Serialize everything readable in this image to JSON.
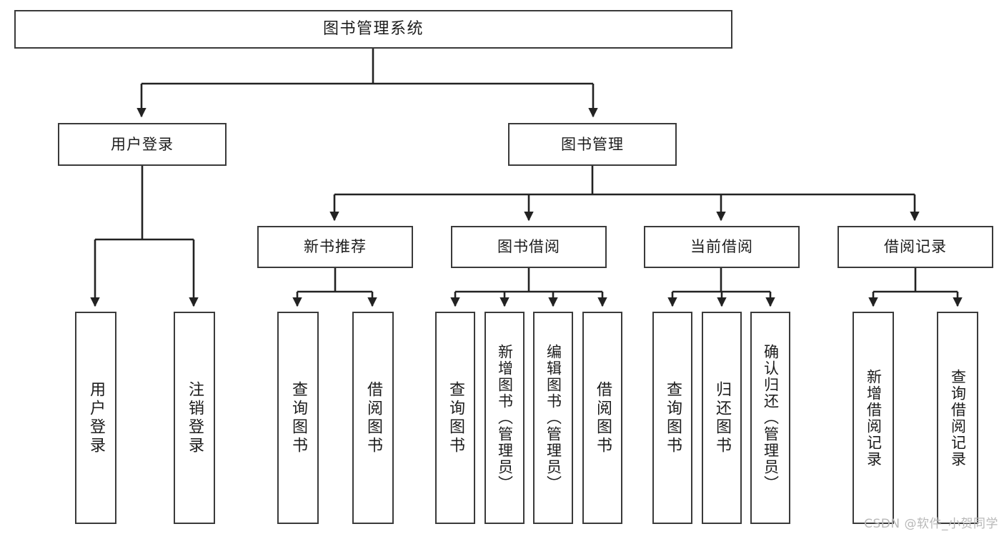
{
  "diagram": {
    "type": "tree-hierarchy",
    "title": "图书管理系统",
    "orientation": "top-down",
    "colors": {
      "box_border": "#3a3a3a",
      "box_fill": "#ffffff",
      "connector": "#222222",
      "text": "#1c1c1c",
      "watermark": "#b8b8b8",
      "background": "#ffffff"
    }
  },
  "nodes": {
    "root": {
      "label": "图书管理系统"
    },
    "level1": [
      {
        "label": "用户登录"
      },
      {
        "label": "图书管理"
      }
    ],
    "level2": [
      {
        "label": "新书推荐"
      },
      {
        "label": "图书借阅"
      },
      {
        "label": "当前借阅"
      },
      {
        "label": "借阅记录"
      }
    ],
    "leaves": {
      "user_login": [
        {
          "label": "用户登录"
        },
        {
          "label": "注销登录"
        }
      ],
      "new_book_recommend": [
        {
          "label": "查询图书"
        },
        {
          "label": "借阅图书"
        }
      ],
      "book_borrow": [
        {
          "label": "查询图书"
        },
        {
          "label": "新增图书（管理员）"
        },
        {
          "label": "编辑图书（管理员）"
        },
        {
          "label": "借阅图书"
        }
      ],
      "current_borrow": [
        {
          "label": "查询图书"
        },
        {
          "label": "归还图书"
        },
        {
          "label": "确认归还（管理员）"
        }
      ],
      "borrow_record": [
        {
          "label": "新增借阅记录"
        },
        {
          "label": "查询借阅记录"
        }
      ]
    }
  },
  "watermark": {
    "text": "CSDN @软件_小贺同学"
  }
}
